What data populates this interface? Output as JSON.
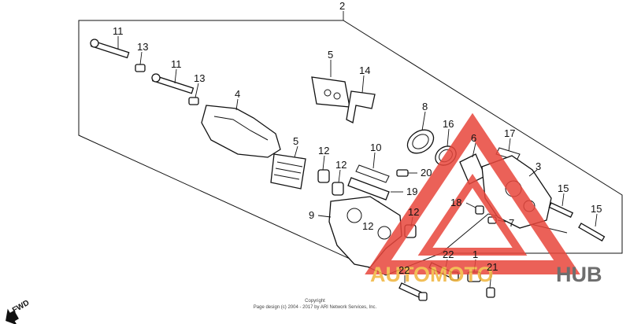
{
  "diagram": {
    "callouts": [
      {
        "id": "c2",
        "text": "2"
      },
      {
        "id": "c11a",
        "text": "11"
      },
      {
        "id": "c13a",
        "text": "13"
      },
      {
        "id": "c11b",
        "text": "11"
      },
      {
        "id": "c13b",
        "text": "13"
      },
      {
        "id": "c4",
        "text": "4"
      },
      {
        "id": "c5a",
        "text": "5"
      },
      {
        "id": "c14",
        "text": "14"
      },
      {
        "id": "c8",
        "text": "8"
      },
      {
        "id": "c16",
        "text": "16"
      },
      {
        "id": "c6",
        "text": "6"
      },
      {
        "id": "c17",
        "text": "17"
      },
      {
        "id": "c3",
        "text": "3"
      },
      {
        "id": "c5b",
        "text": "5"
      },
      {
        "id": "c12a",
        "text": "12"
      },
      {
        "id": "c12b",
        "text": "12"
      },
      {
        "id": "c10",
        "text": "10"
      },
      {
        "id": "c20",
        "text": "20"
      },
      {
        "id": "c19",
        "text": "19"
      },
      {
        "id": "c9",
        "text": "9"
      },
      {
        "id": "c12c",
        "text": "12"
      },
      {
        "id": "c12d",
        "text": "12"
      },
      {
        "id": "c15a",
        "text": "15"
      },
      {
        "id": "c15b",
        "text": "15"
      },
      {
        "id": "c18",
        "text": "18"
      },
      {
        "id": "c7",
        "text": "7"
      },
      {
        "id": "c22a",
        "text": "22"
      },
      {
        "id": "c22b",
        "text": "22"
      },
      {
        "id": "c1",
        "text": "1"
      },
      {
        "id": "c21",
        "text": "21"
      }
    ],
    "direction_marker": "FWD",
    "copyright_line1": "Copyright",
    "copyright_line2": "Page design (c) 2004 - 2017 by ARI Network Services, Inc."
  },
  "watermark": {
    "text_left": "AUTOMOTO",
    "text_right": "HUB",
    "color_triangle": "#e8463c",
    "color_text_left": "#f0b43c",
    "color_text_right": "#555555"
  }
}
